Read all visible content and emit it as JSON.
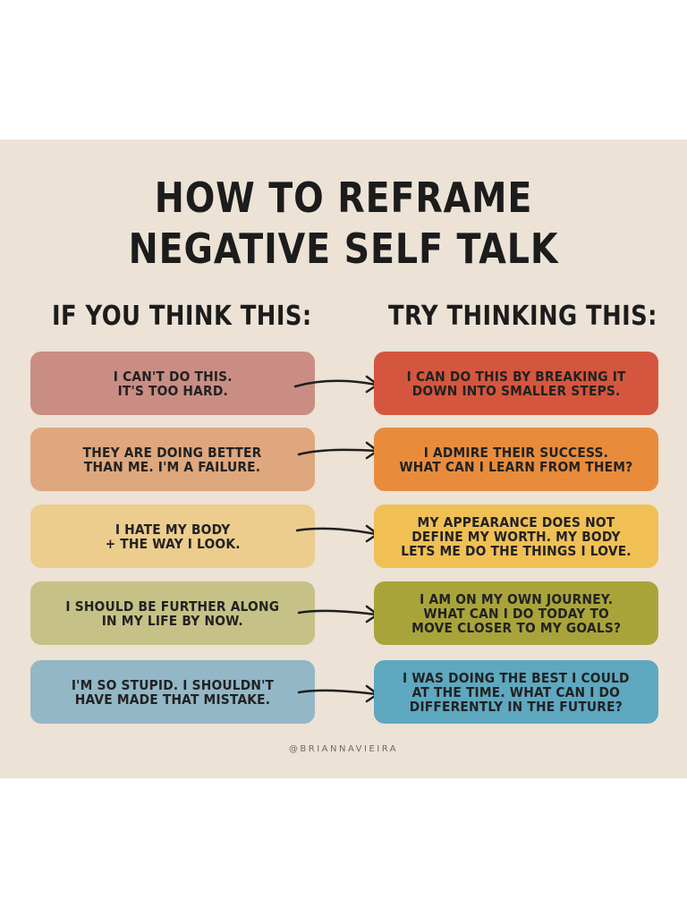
{
  "title": {
    "line1": "HOW TO REFRAME",
    "line2": "NEGATIVE SELF TALK"
  },
  "columns": {
    "left": "IF YOU THINK THIS:",
    "right": "TRY THINKING THIS:"
  },
  "rows": [
    {
      "think": "I CAN'T DO THIS.\nIT'S TOO HARD.",
      "reframe": "I CAN DO THIS BY BREAKING IT\nDOWN INTO SMALLER STEPS.",
      "think_color": "#c98d84",
      "reframe_color": "#d5563e"
    },
    {
      "think": "THEY ARE DOING BETTER\nTHAN ME. I'M A FAILURE.",
      "reframe": "I ADMIRE THEIR SUCCESS.\nWHAT CAN I LEARN FROM THEM?",
      "think_color": "#dfa77d",
      "reframe_color": "#e88c3c"
    },
    {
      "think": "I HATE MY BODY\n+ THE WAY I LOOK.",
      "reframe": "MY APPEARANCE DOES NOT\nDEFINE MY WORTH. MY BODY\nLETS ME DO THE THINGS I LOVE.",
      "think_color": "#eccd8e",
      "reframe_color": "#f0c055"
    },
    {
      "think": "I SHOULD BE FURTHER ALONG\nIN MY LIFE BY NOW.",
      "reframe": "I AM ON MY OWN JOURNEY.\nWHAT CAN I DO TODAY TO\nMOVE CLOSER TO MY GOALS?",
      "think_color": "#c6c287",
      "reframe_color": "#a9a43a"
    },
    {
      "think": "I'M SO STUPID. I SHOULDN'T\nHAVE MADE THAT MISTAKE.",
      "reframe": "I WAS DOING THE BEST I COULD\nAT THE TIME. WHAT CAN I DO\nDIFFERENTLY IN THE FUTURE?",
      "think_color": "#93b7c6",
      "reframe_color": "#5ea8c0"
    }
  ],
  "credit": "@BRIANNAVIEIRA"
}
